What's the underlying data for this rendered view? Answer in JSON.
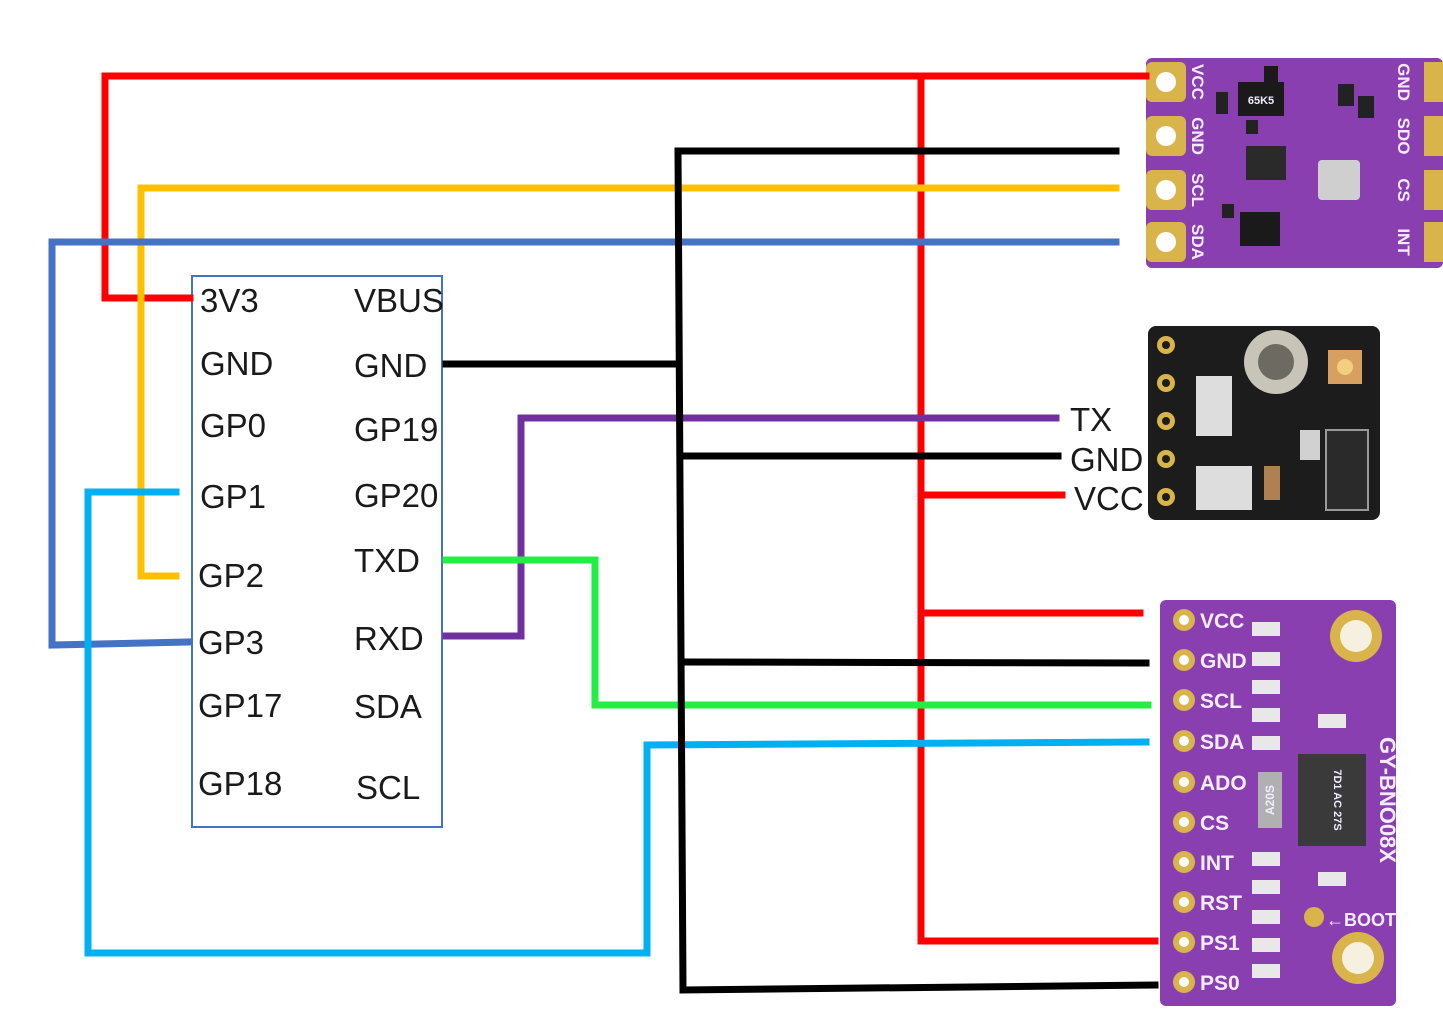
{
  "pico": {
    "left_pins": [
      "3V3",
      "GND",
      "GP0",
      "GP1",
      "GP2",
      "GP3",
      "GP17",
      "GP18"
    ],
    "right_pins": [
      "VBUS",
      "GND",
      "GP19",
      "GP20",
      "TXD",
      "RXD",
      "SDA",
      "SCL"
    ]
  },
  "bme_module": {
    "left_pins": [
      "VCC",
      "GND",
      "SCL",
      "SDA"
    ],
    "right_pins": [
      "GND",
      "SDO",
      "CS",
      "INT"
    ],
    "chip_marking": "65K5"
  },
  "gps_module": {
    "pins": [
      "TX",
      "GND",
      "VCC"
    ]
  },
  "imu_module": {
    "pins": [
      "VCC",
      "GND",
      "SCL",
      "SDA",
      "ADO",
      "CS",
      "INT",
      "RST",
      "PS1",
      "PS0"
    ],
    "name": "GY-BNO08X",
    "boot_label": "←BOOT",
    "crystal_marking": "A20S",
    "chip_marking": "7D1 AC 27S"
  },
  "colors": {
    "power": "#ff0000",
    "ground": "#000000",
    "scl_bme": "#ffc000",
    "sda_bme": "#4472c4",
    "gps_tx": "#7030a0",
    "txd": "#22ee44",
    "imu_sda": "#00b0f0",
    "board_purple": "#8a3fb0",
    "board_black": "#1c1c1c"
  }
}
